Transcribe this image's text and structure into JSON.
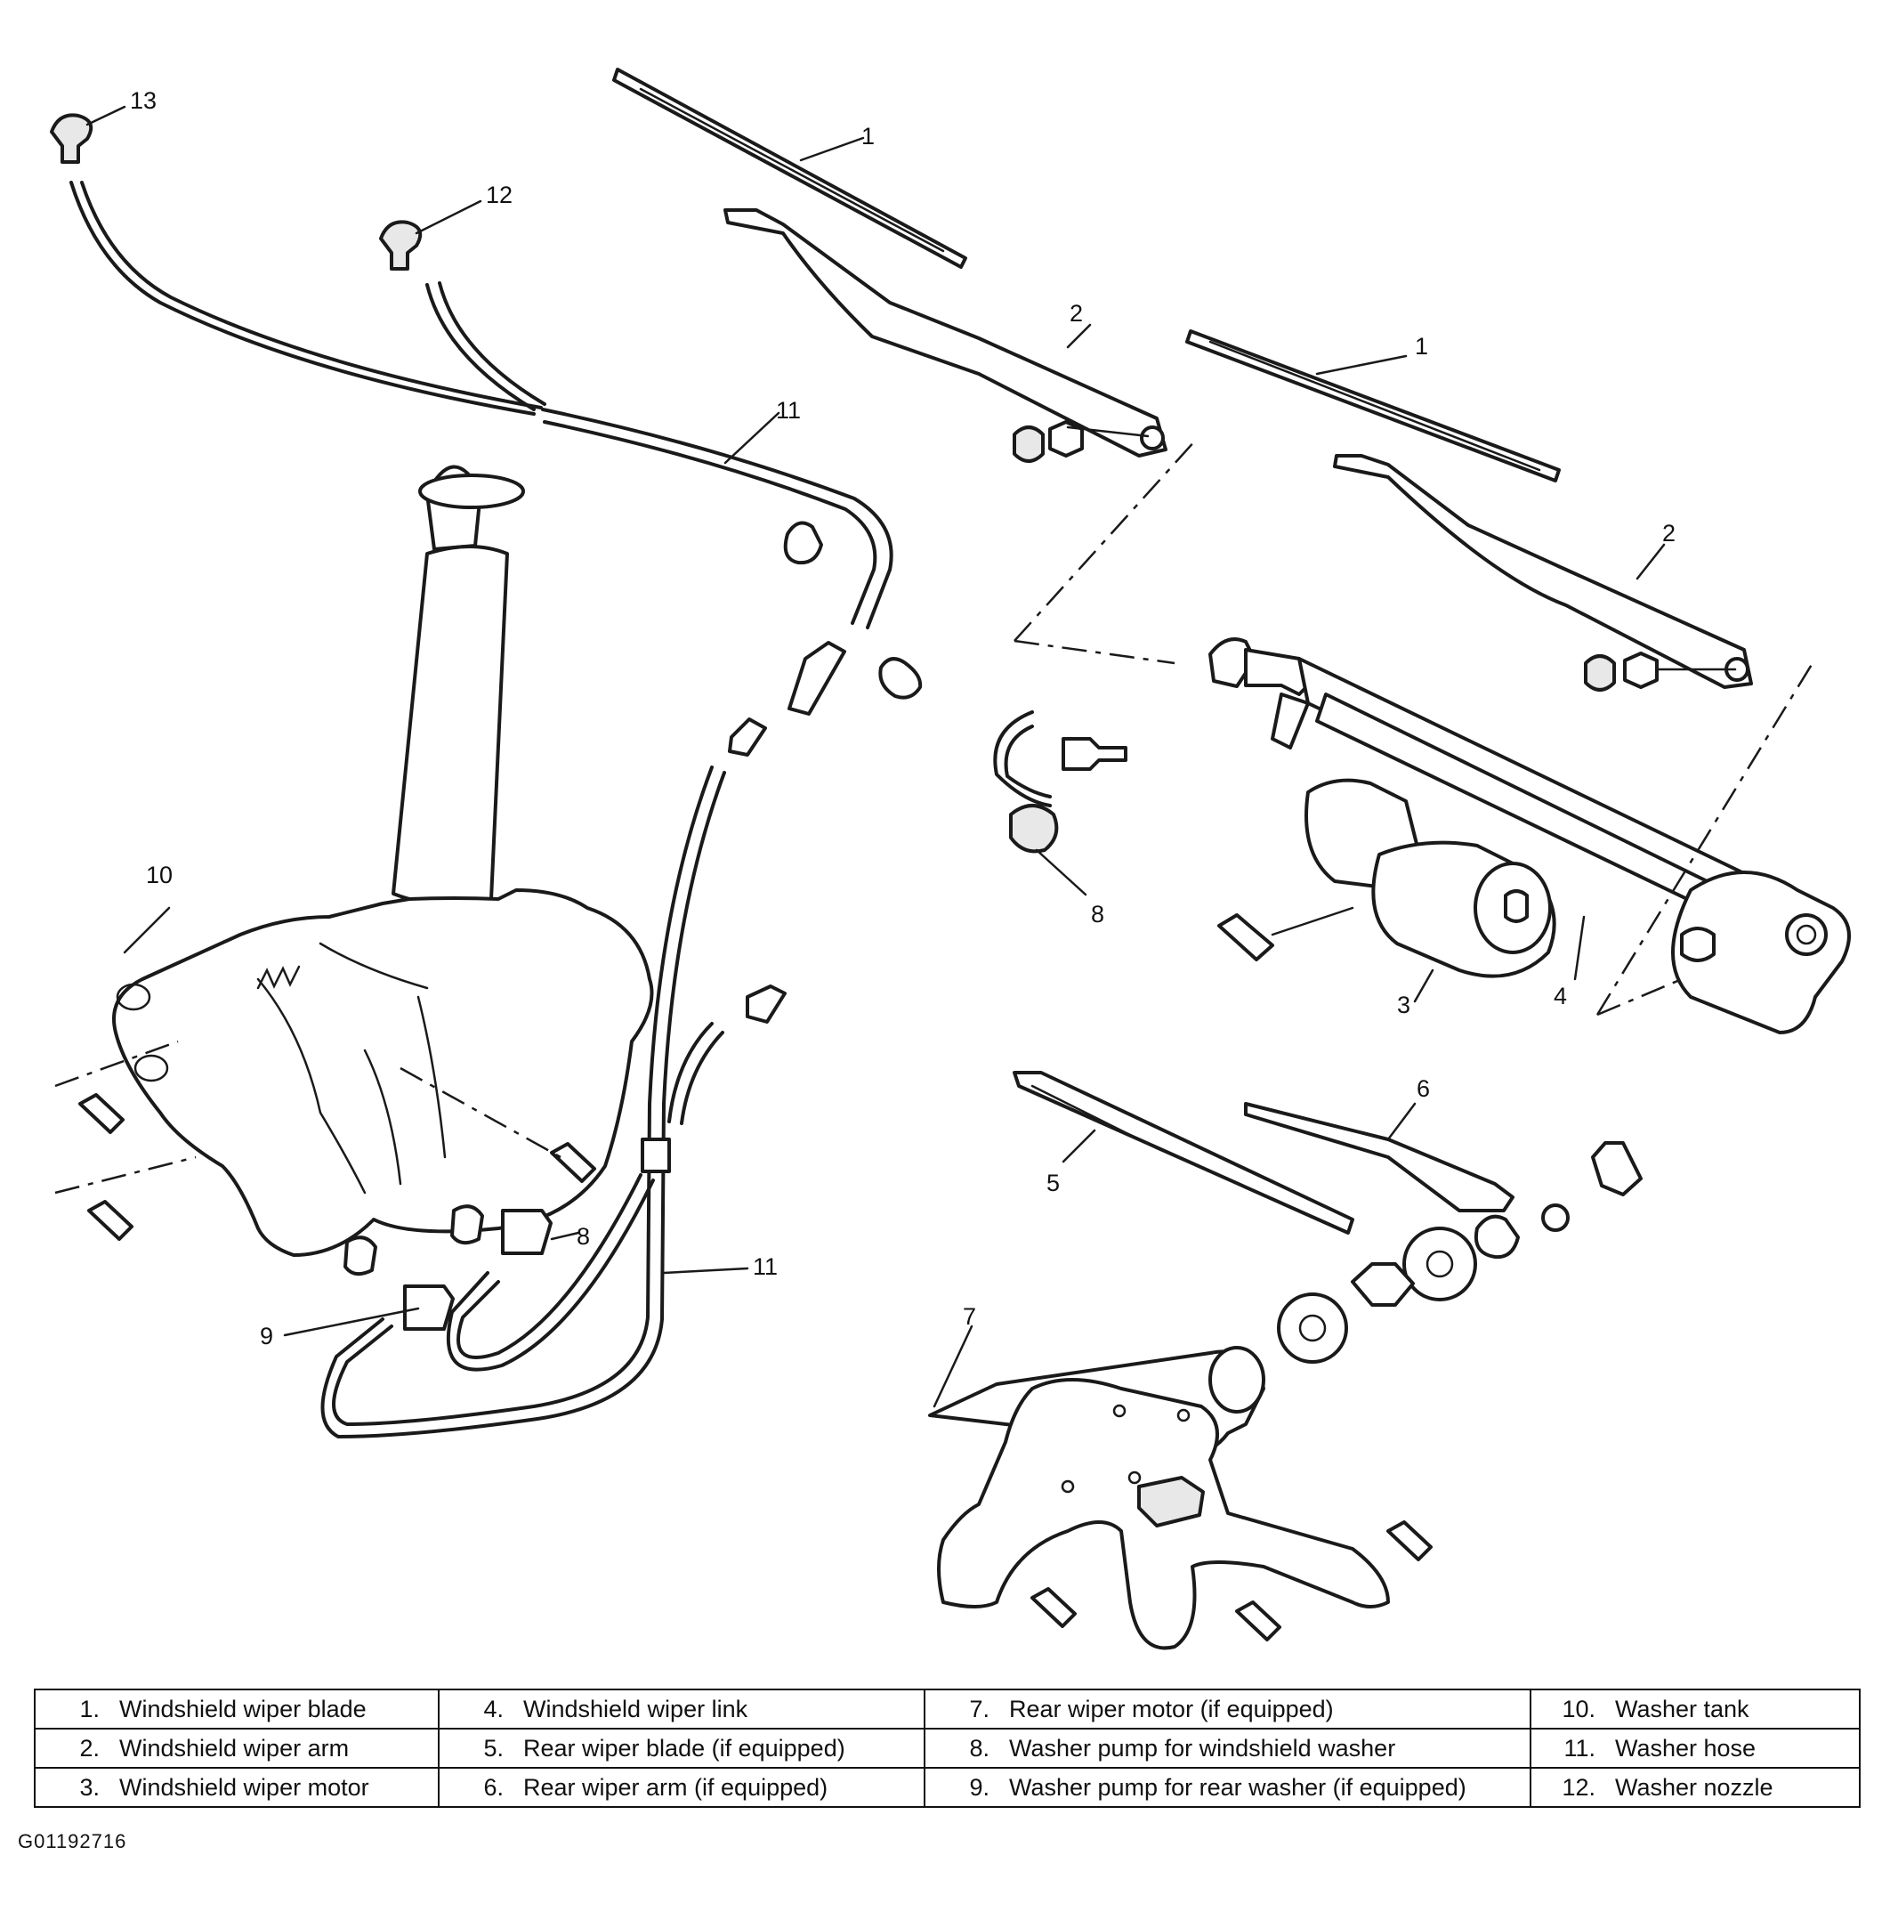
{
  "callouts": {
    "c1a": "1",
    "c1b": "1",
    "c2a": "2",
    "c2b": "2",
    "c3": "3",
    "c4": "4",
    "c5": "5",
    "c6": "6",
    "c7": "7",
    "c8a": "8",
    "c8b": "8",
    "c9": "9",
    "c10": "10",
    "c11a": "11",
    "c11b": "11",
    "c12": "12",
    "c13": "13"
  },
  "legend": {
    "rows": [
      [
        {
          "num": "1.",
          "label": "Windshield wiper blade"
        },
        {
          "num": "4.",
          "label": "Windshield wiper link"
        },
        {
          "num": "7.",
          "label": "Rear wiper motor (if equipped)"
        },
        {
          "num": "10.",
          "label": "Washer tank"
        }
      ],
      [
        {
          "num": "2.",
          "label": "Windshield wiper arm"
        },
        {
          "num": "5.",
          "label": "Rear wiper blade (if equipped)"
        },
        {
          "num": "8.",
          "label": "Washer pump for windshield washer"
        },
        {
          "num": "11.",
          "label": "Washer hose"
        }
      ],
      [
        {
          "num": "3.",
          "label": "Windshield wiper motor"
        },
        {
          "num": "6.",
          "label": "Rear wiper arm (if equipped)"
        },
        {
          "num": "9.",
          "label": "Washer pump for rear washer (if equipped)"
        },
        {
          "num": "12.",
          "label": "Washer nozzle"
        }
      ]
    ]
  },
  "figure_id": "G01192716"
}
